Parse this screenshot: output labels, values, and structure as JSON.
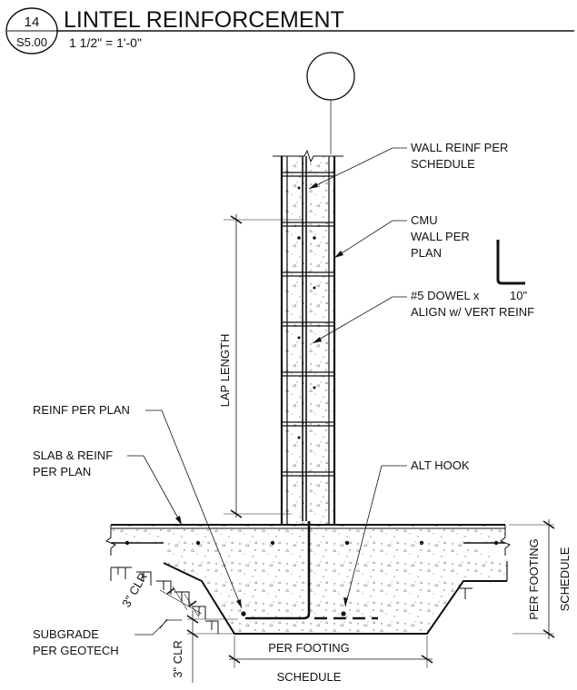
{
  "title_block": {
    "detail_number": "14",
    "sheet_number": "S5.00",
    "title": "LINTEL REINFORCEMENT",
    "scale": "1 1/2\" = 1'-0\""
  },
  "notes": {
    "wall_reinf_line1": "WALL REINF PER",
    "wall_reinf_line2": "SCHEDULE",
    "cmu_line1": "CMU",
    "cmu_line2": "WALL PER",
    "cmu_line3": "PLAN",
    "dowel_line1": "#5 DOWEL x",
    "dowel_length": "10\"",
    "dowel_line2": "ALIGN w/ VERT REINF",
    "reinf_per_plan": "REINF PER PLAN",
    "slab_line1": "SLAB & REINF",
    "slab_line2": "PER PLAN",
    "alt_hook": "ALT HOOK",
    "subgrade_line1": "SUBGRADE",
    "subgrade_line2": "PER GEOTECH"
  },
  "dimensions": {
    "lap_length": "LAP LENGTH",
    "clear_side": "3\" CLR",
    "clear_bottom": "3\" CLR",
    "footing_width_line1": "PER FOOTING",
    "footing_width_line2": "SCHEDULE",
    "footing_depth_line1": "PER FOOTING",
    "footing_depth_line2": "SCHEDULE"
  }
}
